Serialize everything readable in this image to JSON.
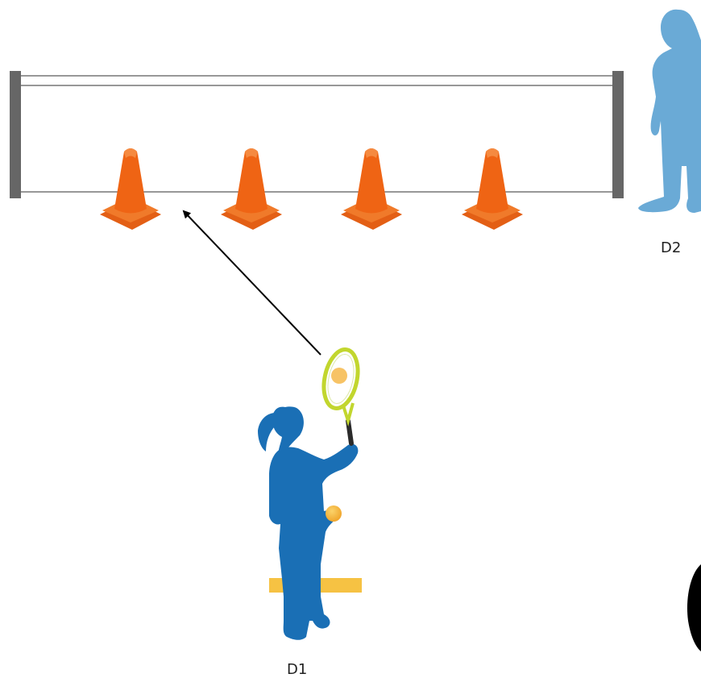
{
  "players": [
    {
      "id": "D1",
      "label": "D1",
      "role": "hitter",
      "color": "#1a6fb5"
    },
    {
      "id": "D2",
      "label": "D2",
      "role": "waiting",
      "color": "#6aaad6"
    }
  ],
  "equipment": {
    "cone_count": 4,
    "cone_color": "#ef6414",
    "net_post_color": "#666666",
    "tape_color": "#f6c243",
    "racket_color": "#c2d62e",
    "ball_color": "#f6b94a"
  }
}
